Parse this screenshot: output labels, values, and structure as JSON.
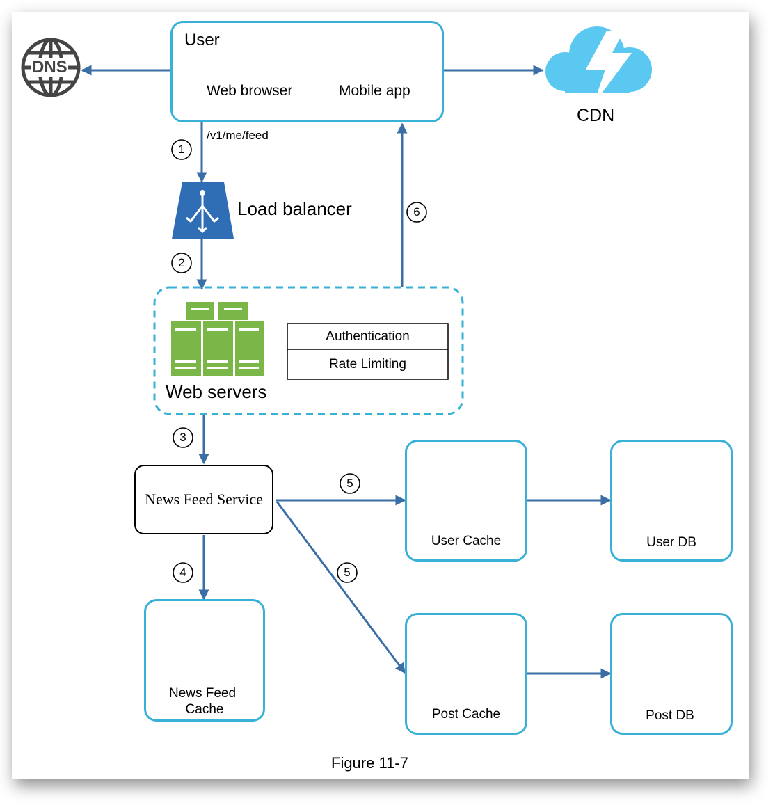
{
  "user_box": {
    "title": "User",
    "web_label": "Web browser",
    "mobile_label": "Mobile app",
    "web_icon": "laptop-icon",
    "mobile_icon": "phone-icon"
  },
  "dns": {
    "label": "DNS",
    "icon": "dns-globe-icon"
  },
  "cdn": {
    "label": "CDN",
    "icon": "cdn-cloud-icon"
  },
  "request_path": "/v1/me/feed",
  "steps": [
    "1",
    "2",
    "3",
    "4",
    "5",
    "5",
    "6"
  ],
  "load_balancer": {
    "label": "Load balancer",
    "icon": "load-balancer-icon"
  },
  "web_servers": {
    "label": "Web servers",
    "auth_label": "Authentication",
    "rate_label": "Rate Limiting",
    "icon": "server-rack-icon"
  },
  "news_feed_service": {
    "label": "News Feed Service"
  },
  "caches": {
    "cache_word": "CACHE",
    "user_cache": "User Cache",
    "post_cache": "Post Cache",
    "news_feed_cache_line1": "News Feed",
    "news_feed_cache_line2": "Cache"
  },
  "dbs": {
    "user_db": "User DB",
    "post_db": "Post DB"
  },
  "caption": "Figure 11-7",
  "colors": {
    "arrow": "#3a6ea5",
    "box_border": "#39b0d6",
    "cache_blue": "#2f6db4",
    "server_green": "#7ab648",
    "cdn_blue": "#5ac8f0"
  }
}
